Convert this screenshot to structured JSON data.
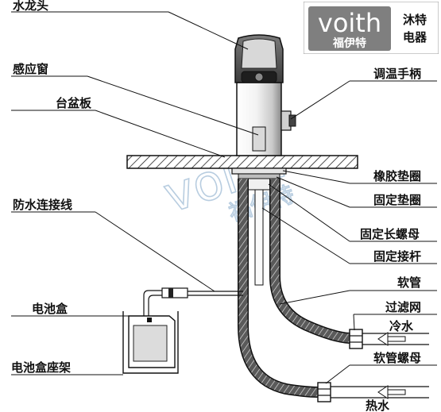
{
  "labels": {
    "faucet_head": "水龙头",
    "sensor_window": "感应窗",
    "countertop": "台盆板",
    "temp_handle": "调温手柄",
    "rubber_gasket": "橡胶垫圈",
    "fixing_gasket": "固定垫圈",
    "long_nut": "固定长螺母",
    "fixing_rod": "固定接杆",
    "waterproof_cable": "防水连接线",
    "hose": "软管",
    "battery_box": "电池盒",
    "filter": "过滤网",
    "cold_water": "冷水",
    "hose_nut": "软管螺母",
    "battery_bracket": "电池盒座架",
    "hot_water": "热水"
  },
  "logo": {
    "brand": "voith",
    "chinese": "福伊特",
    "line1": "沐特",
    "line2": "电器"
  },
  "watermark": {
    "brand": "voith",
    "chinese": "福伊特"
  },
  "colors": {
    "logo_bg": "#7f7f7f",
    "logo_text": "#ffffff",
    "watermark": "#b8cde0",
    "line": "#111111"
  }
}
